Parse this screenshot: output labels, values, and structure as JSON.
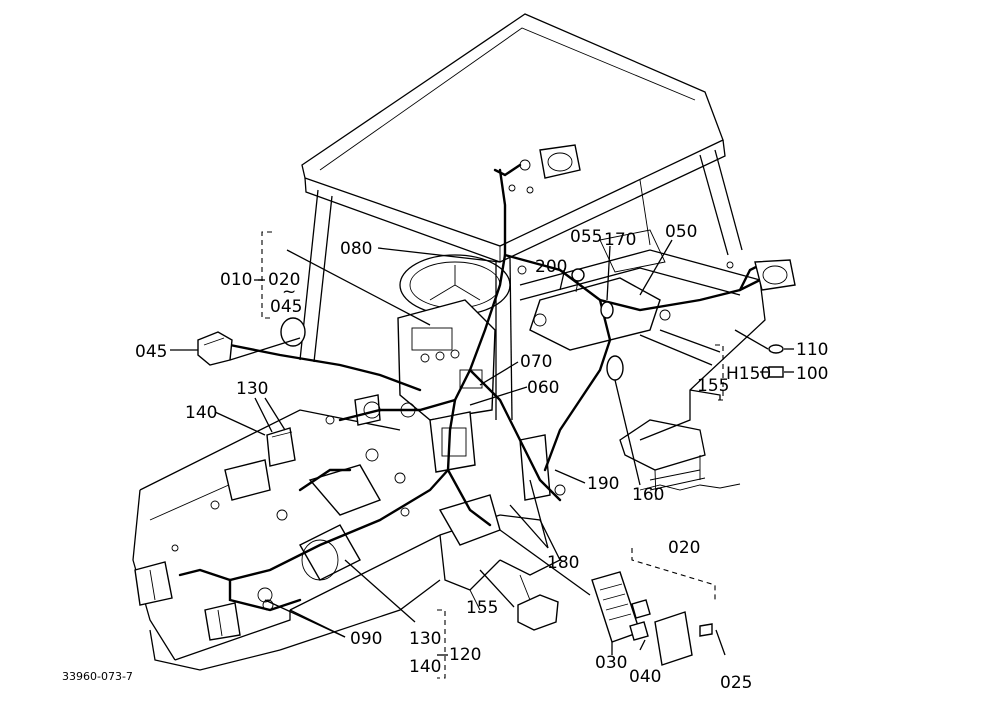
{
  "diagram": {
    "drawing_number": "33960-073-7",
    "labels": {
      "l010": "010",
      "l020": "020",
      "l020_tilde": "~",
      "l045": "045",
      "l045b": "045",
      "l080": "080",
      "l055": "055",
      "l170": "170",
      "l050": "050",
      "l200": "200",
      "l070": "070",
      "l060": "060",
      "l130": "130",
      "l140": "140",
      "l110": "110",
      "l100": "100",
      "lH150": "H150",
      "l155": "155",
      "l190": "190",
      "l160": "160",
      "l180": "180",
      "l020b": "020",
      "l155b": "155",
      "l090": "090",
      "l130b": "130",
      "l140b": "140",
      "l120": "120",
      "l030": "030",
      "l040": "040",
      "l025": "025"
    }
  }
}
